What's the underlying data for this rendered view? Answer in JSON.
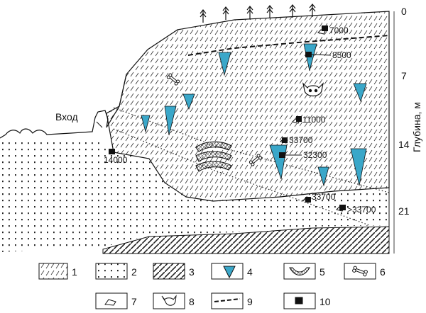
{
  "entrance_label": "Вход",
  "depth_axis": {
    "title": "Глубина, м",
    "ticks": [
      "0",
      "7",
      "14",
      "21"
    ]
  },
  "dates": [
    "7000",
    "8500",
    "11000",
    "33700",
    "32300",
    "14000",
    "33700",
    ">33700"
  ],
  "legend": [
    "1",
    "2",
    "3",
    "4",
    "5",
    "6",
    "7",
    "8",
    "9",
    "10"
  ],
  "colors": {
    "stalactite": "#3aa7c9",
    "ink": "#111111"
  }
}
